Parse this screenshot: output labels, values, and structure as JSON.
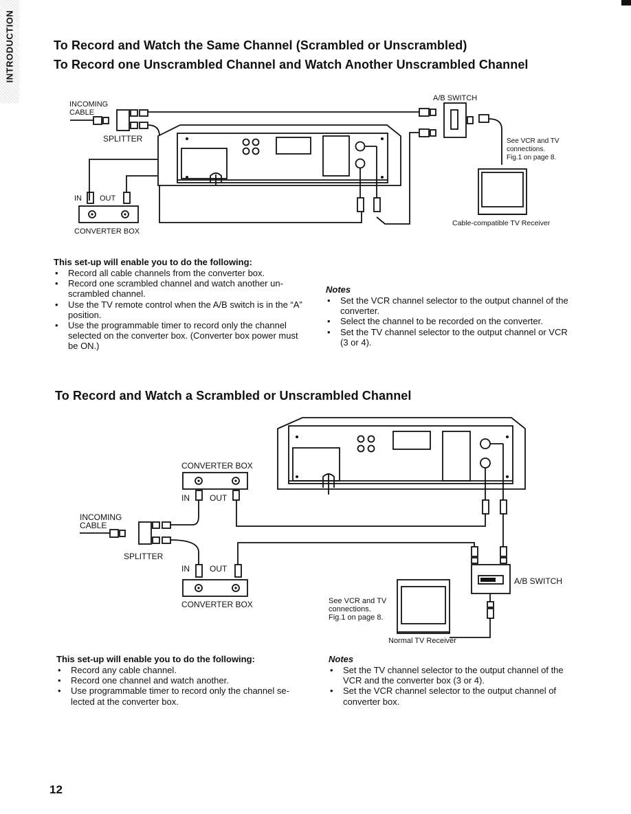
{
  "section_tab": "INTRODUCTION",
  "page_number": "12",
  "section1": {
    "title1": "To Record and Watch the Same Channel (Scrambled or Unscrambled)",
    "title2": "To Record one Unscrambled Channel and Watch Another Unscrambled Channel",
    "diagram": {
      "incoming_cable": "INCOMING CABLE",
      "splitter": "SPLITTER",
      "ab_switch": "A/B SWITCH",
      "in": "IN",
      "out": "OUT",
      "converter_box": "CONVERTER BOX",
      "see_note": "See VCR and TV connections. Fig.1 on page 8.",
      "tv": "Cable-compatible TV Receiver"
    },
    "setup_heading": "This set-up will enable you to do the following:",
    "setup_items": [
      "Record all cable channels from the converter box.",
      "Record one scrambled channel and watch another un-scrambled channel.",
      "Use the TV remote control when the A/B switch is in the “A” position.",
      "Use the programmable timer to record only the channel selected on the converter box. (Converter box power must be ON.)"
    ],
    "notes_heading": "Notes",
    "notes_items": [
      "Set the VCR channel selector to the output channel of the converter.",
      "Select the channel to be recorded on the converter.",
      "Set the TV channel selector to the output channel or VCR (3 or 4)."
    ]
  },
  "section2": {
    "title": "To Record and Watch a Scrambled or Unscrambled Channel",
    "diagram": {
      "converter_box": "CONVERTER BOX",
      "in": "IN",
      "out": "OUT",
      "incoming_cable": "INCOMING CABLE",
      "splitter": "SPLITTER",
      "ab_switch": "A/B SWITCH",
      "see_note": "See VCR and TV connections. Fig.1 on page 8.",
      "tv": "Normal TV Receiver"
    },
    "setup_heading": "This set-up will enable you to do the following:",
    "setup_items": [
      "Record any cable channel.",
      "Record one channel and watch another.",
      "Use programmable timer to record only the channel se-lected at the converter box."
    ],
    "notes_heading": "Notes",
    "notes_items": [
      "Set the TV channel selector to the output channel of the VCR and the converter box (3 or 4).",
      "Set the VCR channel selector to the output channel of converter box."
    ]
  }
}
